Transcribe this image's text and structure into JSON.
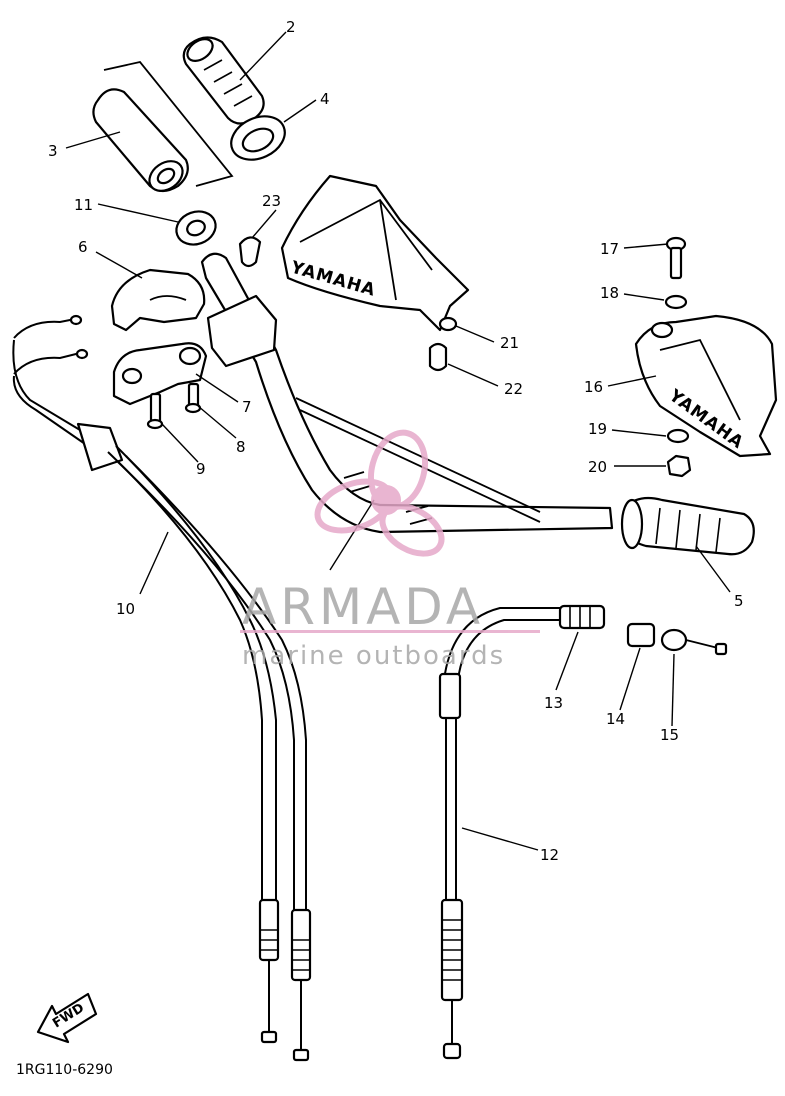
{
  "diagram": {
    "callouts": {
      "n1": "2",
      "n2": "4",
      "n3": "3",
      "n4": "11",
      "n5": "23",
      "n6": "6",
      "n7": "7",
      "n8": "8",
      "n9": "9",
      "n10": "10",
      "n11": "17",
      "n12": "18",
      "n13": "16",
      "n14": "19",
      "n15": "20",
      "n16": "21",
      "n17": "22",
      "n18": "5",
      "n19": "13",
      "n20": "14",
      "n21": "15",
      "n22": "12"
    },
    "brand_left": "YAMAHA",
    "brand_right": "YAMAHA",
    "fwd_label": "FWD",
    "drawing_code": "1RG110-6290"
  },
  "watermark": {
    "name": "ARMADA",
    "tagline": "marine outboards",
    "logo_color": "#e6a9c9",
    "text_color": "#a8a8a8"
  }
}
